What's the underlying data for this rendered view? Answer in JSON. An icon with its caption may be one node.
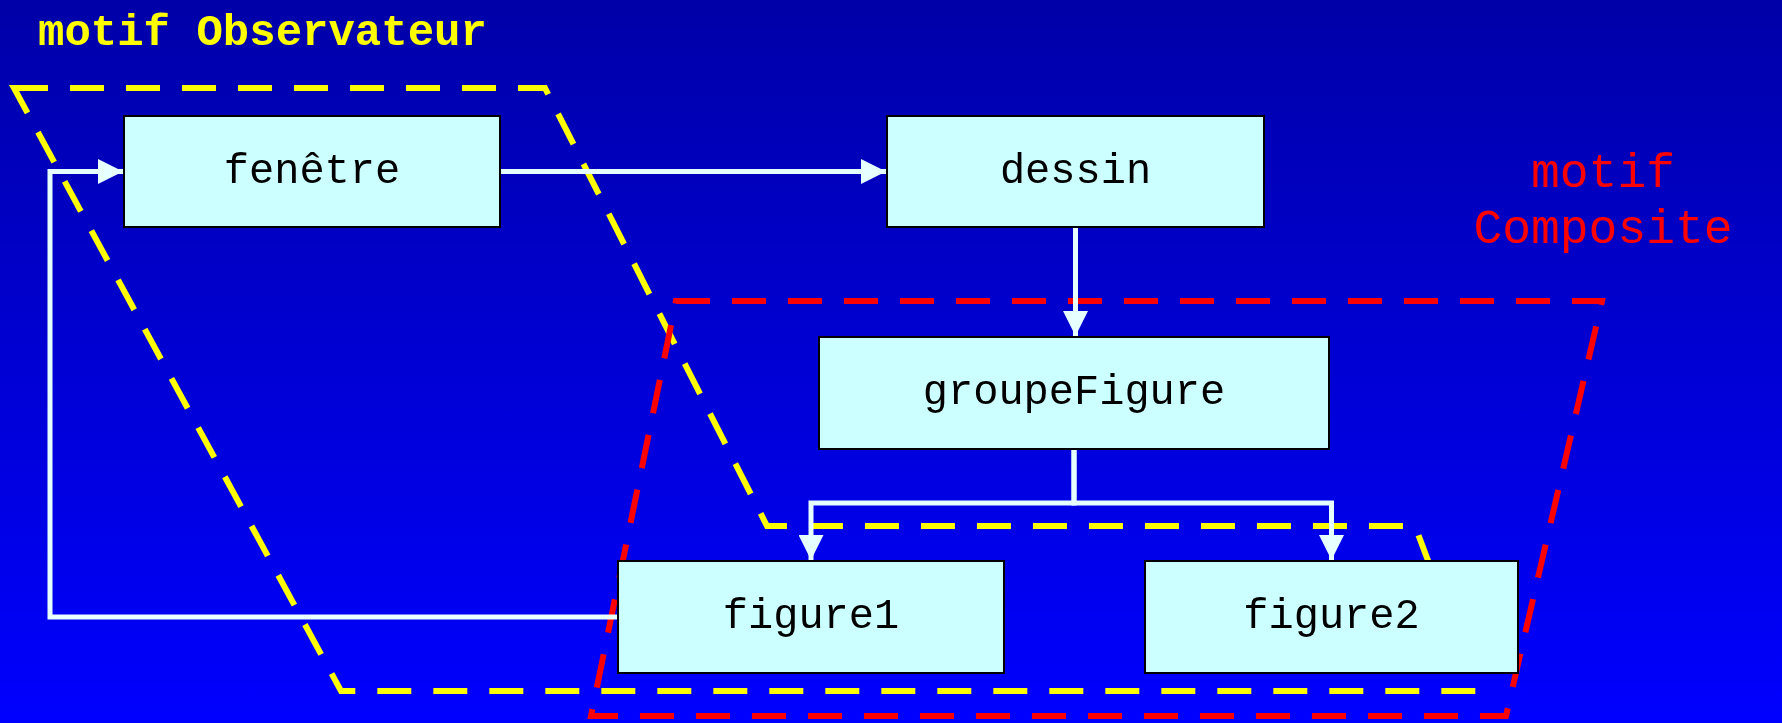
{
  "diagram": {
    "nodes": [
      {
        "text": [
          "motif Observateur"
        ]
      },
      {
        "text": [
          "motif Composite"
        ]
      },
      {
        "text": [
          "fenêtre"
        ],
        "in": 0
      },
      {
        "text": [
          "dessin"
        ]
      },
      {
        "text": [
          "groupeFigure"
        ],
        "in": 1
      },
      {
        "text": [
          "figure1"
        ],
        "in": 1
      },
      {
        "text": [
          "figure2"
        ],
        "in": 1
      }
    ],
    "edges": [
      {
        "from": 2,
        "to": 3,
        "arrow": "to"
      },
      {
        "from": 3,
        "to": 4,
        "arrow": "to"
      },
      {
        "from": 4,
        "to": 5,
        "arrow": "to"
      },
      {
        "from": 4,
        "to": 6,
        "arrow": "to"
      },
      {
        "from": 5,
        "to": 2,
        "arrow": "to"
      }
    ]
  }
}
